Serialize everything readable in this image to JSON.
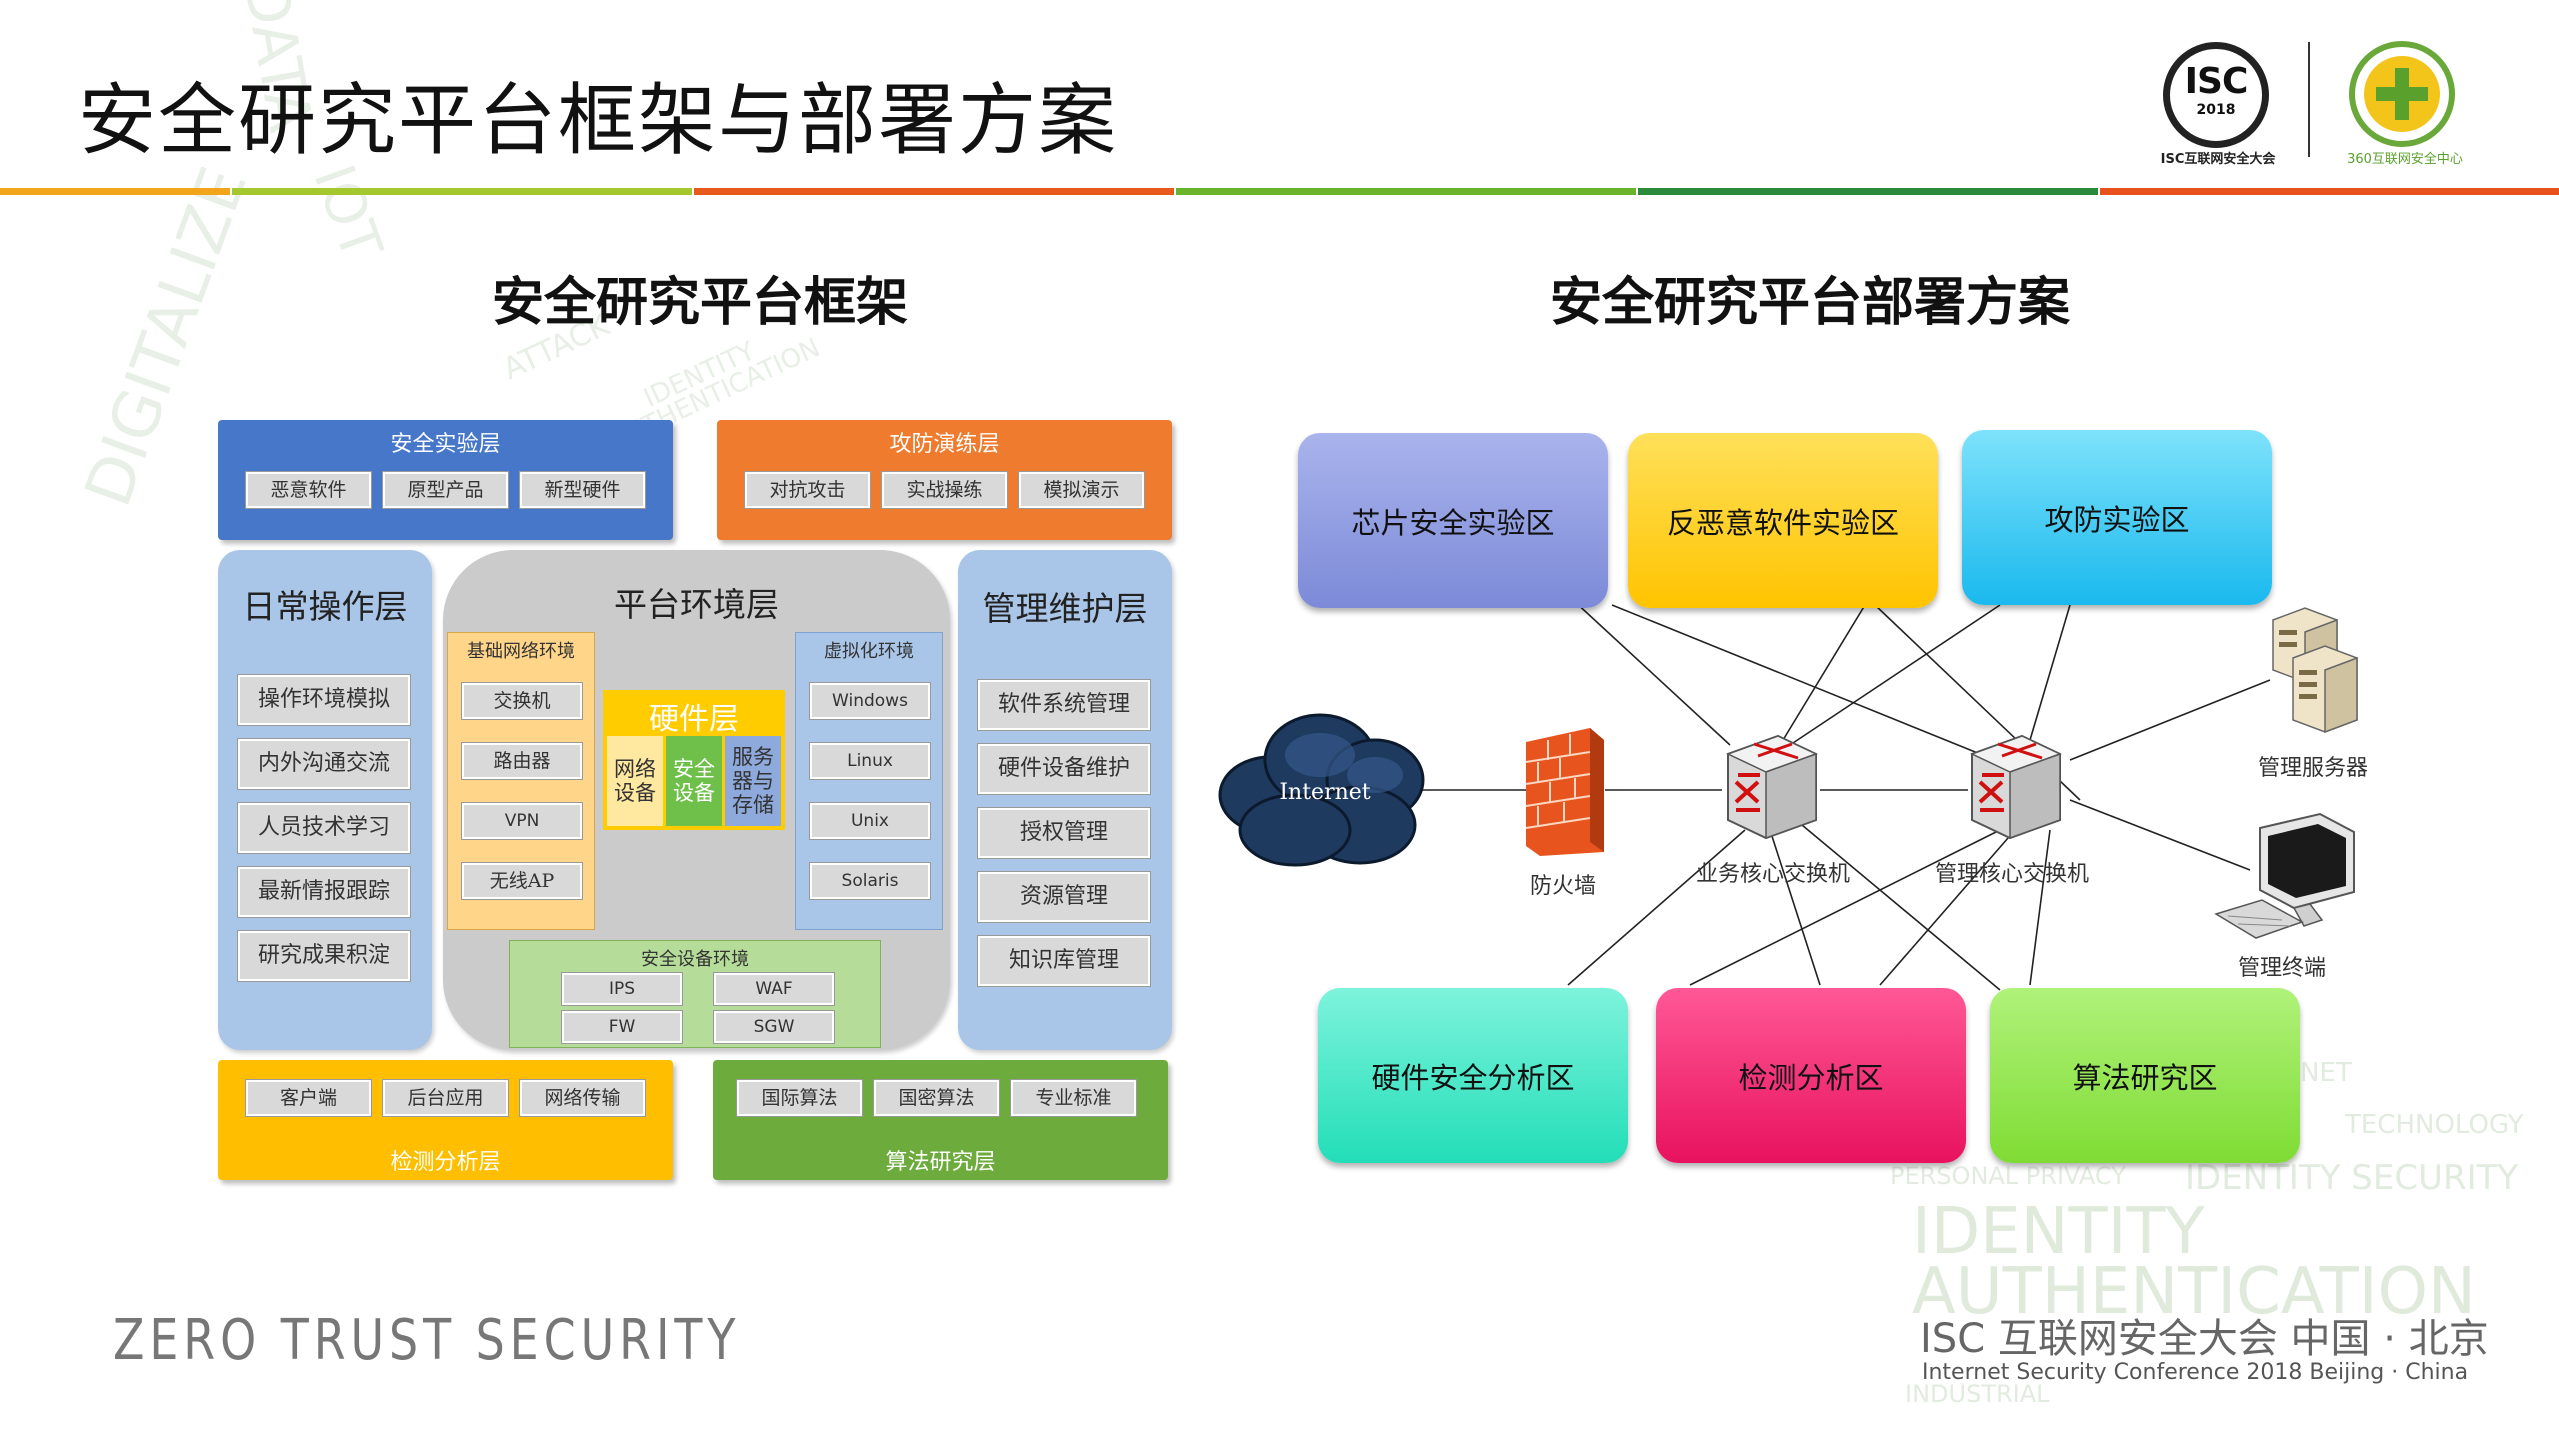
{
  "slide": {
    "title": "安全研究平台框架与部署方案",
    "left_heading": "安全研究平台框架",
    "right_heading": "安全研究平台部署方案",
    "footer_left": "ZERO TRUST SECURITY",
    "footer_conf_cn": "ISC 互联网安全大会 中国 · 北京",
    "footer_conf_en": "Internet Security Conference 2018  Beijing · China"
  },
  "logos": {
    "isc_text": "ISC",
    "isc_year": "2018",
    "isc_caption": "ISC互联网安全大会",
    "center_caption": "360互联网安全中心"
  },
  "watermark": {
    "technology": "TECHNOLOGY",
    "identity_security": "IDENTITY SECURITY",
    "personal_privacy": "PERSONAL PRIVACY",
    "identity": "IDENTITY",
    "authentication": "AUTHENTICATION",
    "authentication_small": "AUTHENTICATION",
    "industrial": "INDUSTRIAL",
    "digitalize": "DIGITALIZE",
    "data": "DATA",
    "attack": "ATTACK",
    "identity_small": "IDENTITY",
    "iot": "IOT",
    "net": "NET"
  },
  "framework": {
    "lab": {
      "label": "安全实验层",
      "items": [
        "恶意软件",
        "原型产品",
        "新型硬件"
      ]
    },
    "drill": {
      "label": "攻防演练层",
      "items": [
        "对抗攻击",
        "实战操练",
        "模拟演示"
      ]
    },
    "daily": {
      "label": "日常操作层",
      "items": [
        "操作环境模拟",
        "内外沟通交流",
        "人员技术学习",
        "最新情报跟踪",
        "研究成果积淀"
      ]
    },
    "platform": {
      "label": "平台环境层",
      "net_env": {
        "label": "基础网络环境",
        "items": [
          "交换机",
          "路由器",
          "VPN",
          "无线AP"
        ]
      },
      "hardware": {
        "label": "硬件层",
        "items": [
          "网络设备",
          "安全设备",
          "服务器与存储"
        ]
      },
      "virt": {
        "label": "虚拟化环境",
        "items": [
          "Windows",
          "Linux",
          "Unix",
          "Solaris"
        ]
      },
      "sec_env": {
        "label": "安全设备环境",
        "items": [
          "IPS",
          "WAF",
          "FW",
          "SGW"
        ]
      }
    },
    "maint": {
      "label": "管理维护层",
      "items": [
        "软件系统管理",
        "硬件设备维护",
        "授权管理",
        "资源管理",
        "知识库管理"
      ]
    },
    "detect": {
      "label": "检测分析层",
      "items": [
        "客户端",
        "后台应用",
        "网络传输"
      ]
    },
    "algo": {
      "label": "算法研究层",
      "items": [
        "国际算法",
        "国密算法",
        "专业标准"
      ]
    }
  },
  "deployment": {
    "zones": {
      "chip": "芯片安全实验区",
      "anti_malware": "反恶意软件实验区",
      "attack_defense": "攻防实验区",
      "hw_analysis": "硬件安全分析区",
      "detection": "检测分析区",
      "algorithm": "算法研究区"
    },
    "nodes": {
      "internet": "Internet",
      "firewall": "防火墙",
      "biz_switch": "业务核心交换机",
      "mgmt_switch": "管理核心交换机",
      "mgmt_server": "管理服务器",
      "mgmt_terminal": "管理终端"
    },
    "colors": {
      "chip": "#8f9ce0",
      "anti_malware": "#ffd21e",
      "attack_defense": "#3dc9f2",
      "hw_analysis": "#3de8c9",
      "detection": "#f2236e",
      "algorithm": "#8ee84a"
    }
  }
}
